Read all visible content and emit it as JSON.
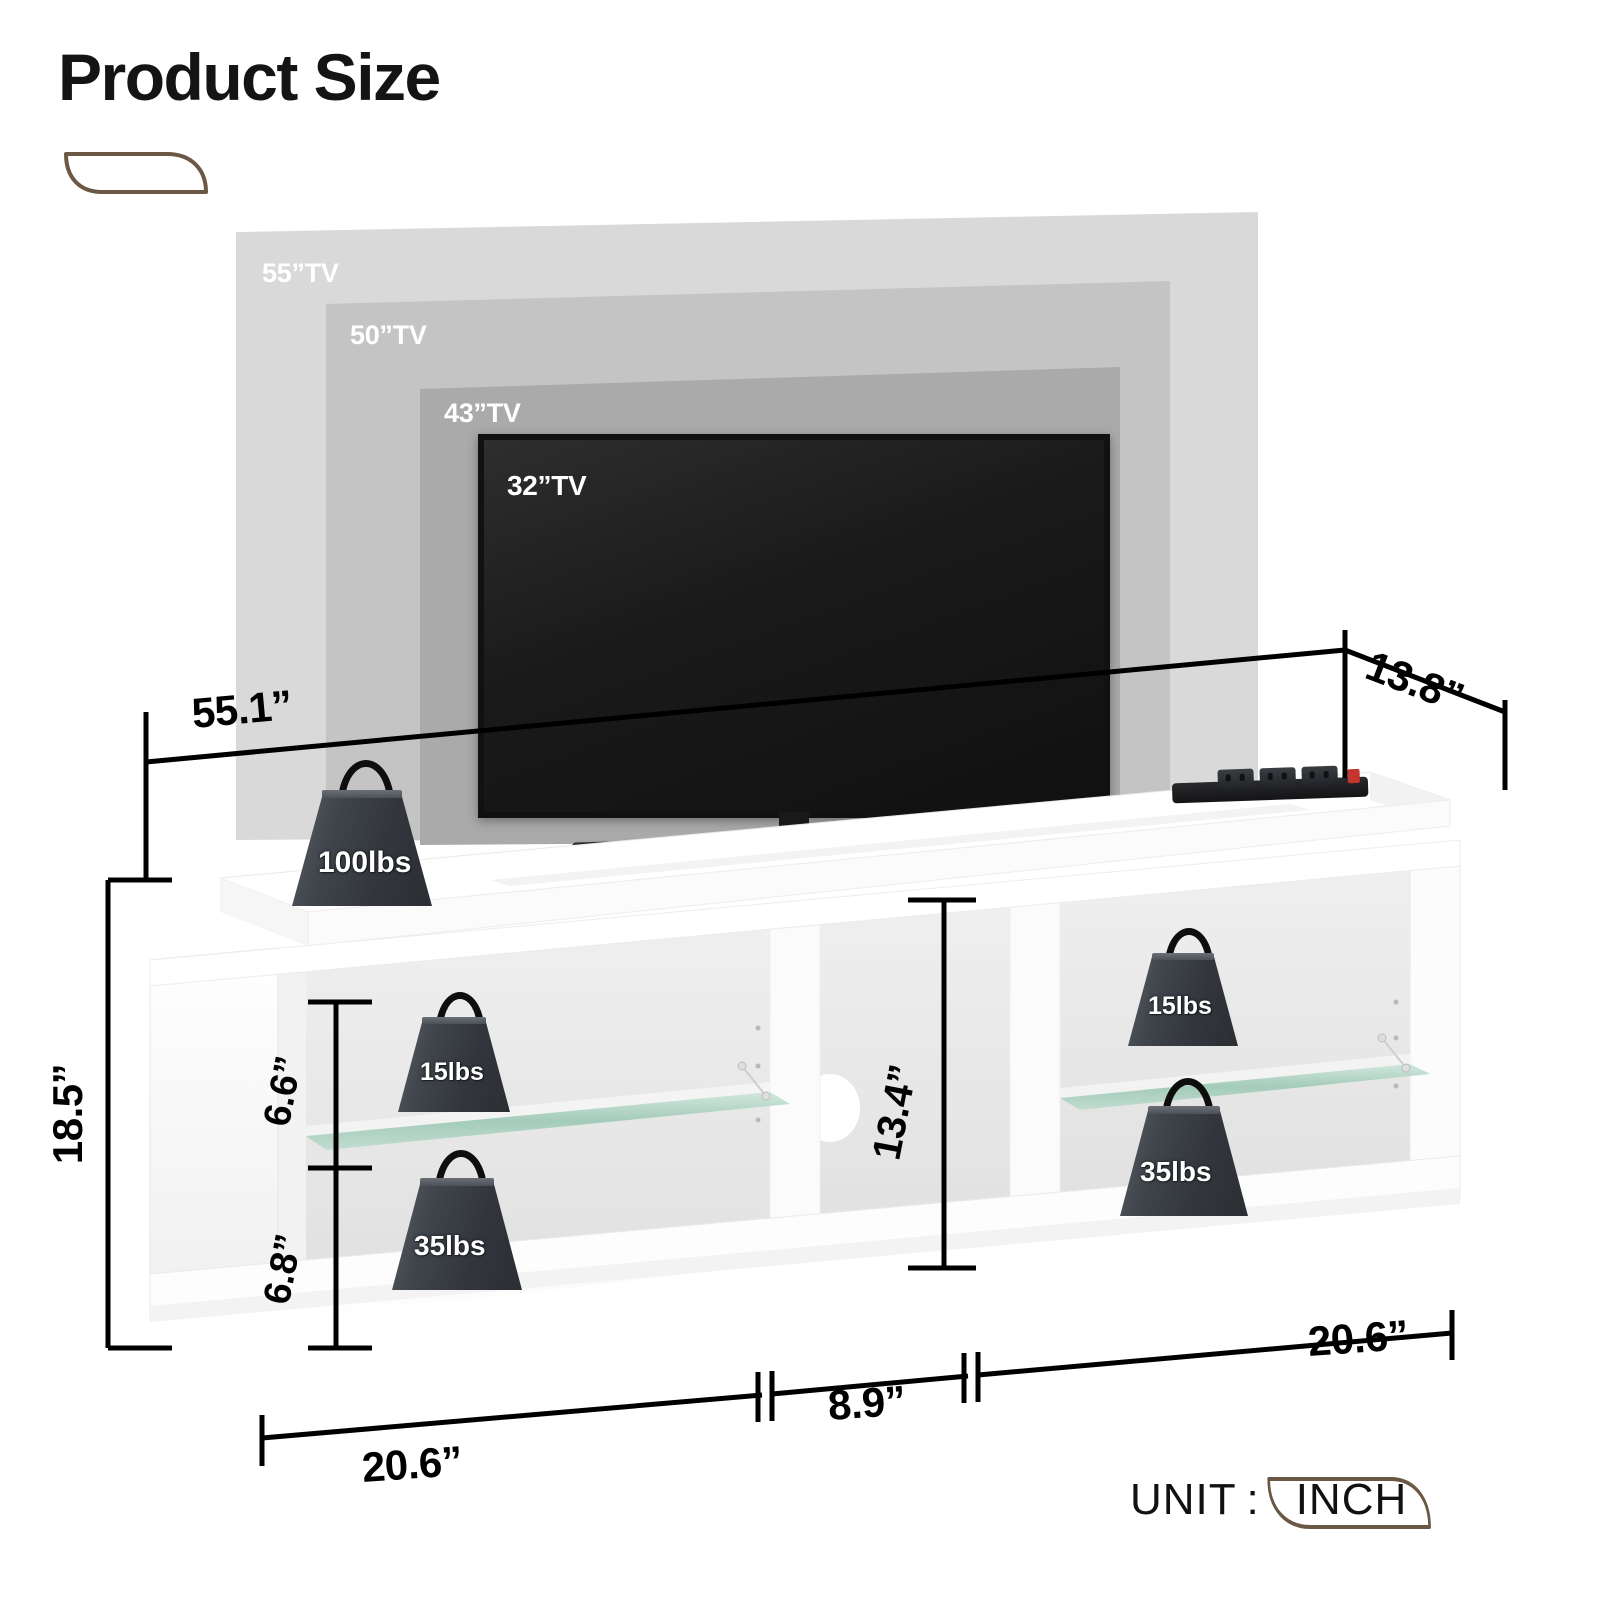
{
  "header": {
    "title": "Product Size",
    "leaf_color": "#6b5844"
  },
  "tv_sizes": [
    {
      "label": "55”TV",
      "fill": "#d9d9d9"
    },
    {
      "label": "50”TV",
      "fill": "#c4c4c4"
    },
    {
      "label": "43”TV",
      "fill": "#aaaaaa"
    },
    {
      "label": "32”TV",
      "fill": "#1c1c1c"
    }
  ],
  "dimensions": {
    "width_top": "55.1”",
    "depth": "13.8”",
    "height": "18.5”",
    "upper_shelf_gap": "6.6”",
    "lower_shelf_gap": "6.8”",
    "center_opening_height": "13.4”",
    "left_bay_width": "20.6”",
    "center_bay_width": "8.9”",
    "right_bay_width": "20.6”"
  },
  "weights": {
    "top_surface": "100lbs",
    "left_glass_shelf": "15lbs",
    "left_bottom_shelf": "35lbs",
    "right_glass_shelf": "15lbs",
    "right_bottom_shelf": "35lbs"
  },
  "unit": {
    "label": "UNIT :",
    "value": "INCH",
    "badge_color": "#6b5844"
  }
}
